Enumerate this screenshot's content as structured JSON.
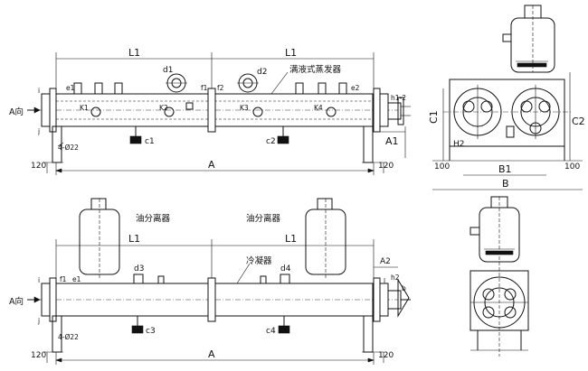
{
  "labels": {
    "L1": "L1",
    "A": "A",
    "A1": "A1",
    "A2": "A2",
    "B": "B",
    "B1": "B1",
    "C1": "C1",
    "C2": "C2",
    "H2": "H2",
    "dim100": "100",
    "dim120": "120",
    "holes": "4-Ø22",
    "view": "A向",
    "evaporator": "满液式蒸发器",
    "oil_separator": "油分离器",
    "condenser": "冷凝器",
    "d1": "d1",
    "d2": "d2",
    "d3": "d3",
    "d4": "d4",
    "c1": "c1",
    "c2": "c2",
    "c3": "c3",
    "c4": "c4",
    "e1": "e1",
    "e2": "e2",
    "f1": "f1",
    "f2": "f2",
    "h12": "h1-2",
    "K1": "K1",
    "K2": "K2",
    "K3": "K3",
    "K4": "K4",
    "i": "i",
    "j": "j",
    "b": "b",
    "l": "l",
    "h2": "h2"
  },
  "colors": {
    "line": "#111111",
    "background": "#ffffff"
  }
}
